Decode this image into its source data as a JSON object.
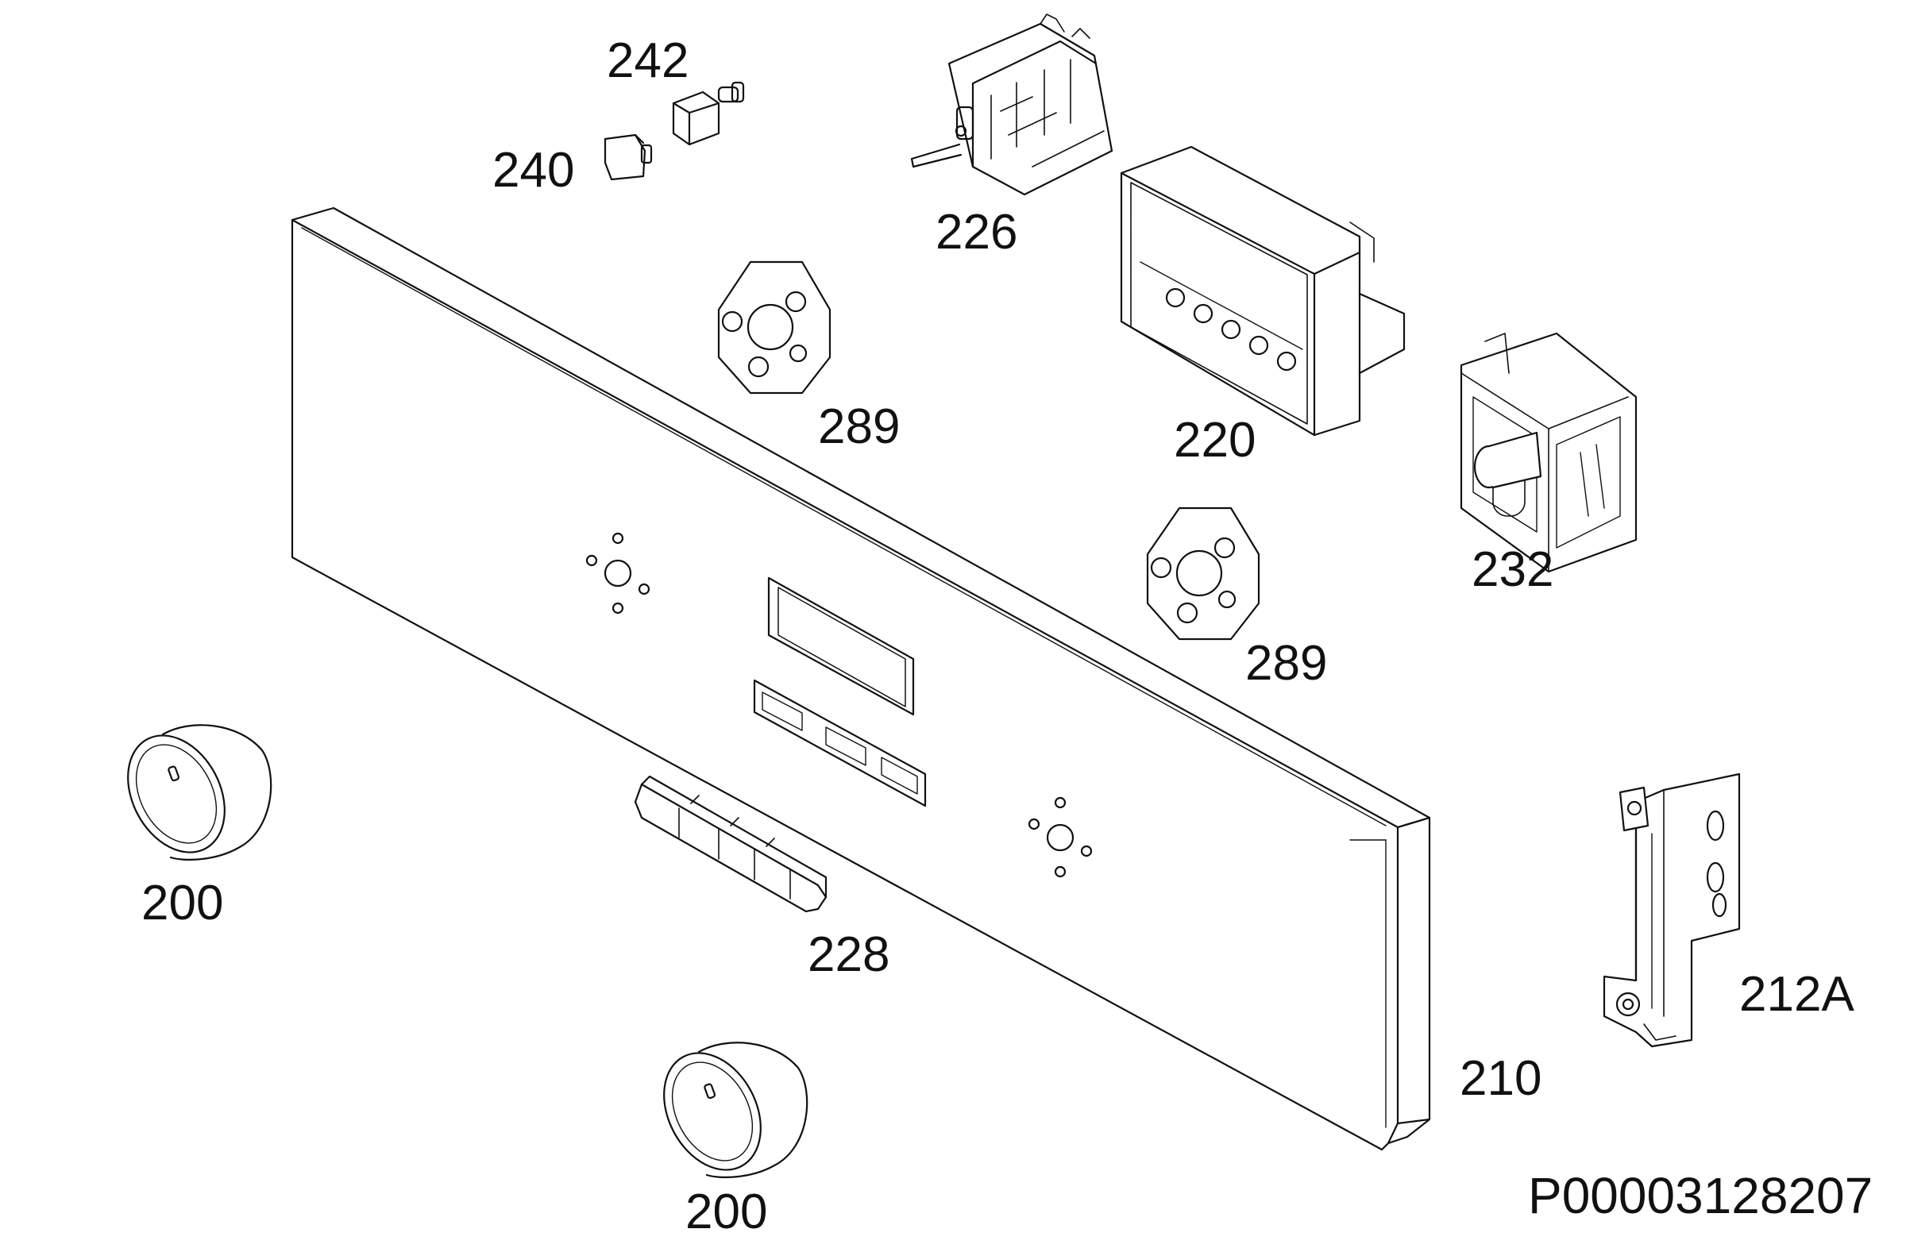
{
  "diagram": {
    "drawing_id": "P00003128207",
    "parts": [
      {
        "key": "p242",
        "number": "242"
      },
      {
        "key": "p240",
        "number": "240"
      },
      {
        "key": "p226",
        "number": "226"
      },
      {
        "key": "p220",
        "number": "220"
      },
      {
        "key": "p289a",
        "number": "289"
      },
      {
        "key": "p289b",
        "number": "289"
      },
      {
        "key": "p232",
        "number": "232"
      },
      {
        "key": "p200a",
        "number": "200"
      },
      {
        "key": "p200b",
        "number": "200"
      },
      {
        "key": "p228",
        "number": "228"
      },
      {
        "key": "p210",
        "number": "210"
      },
      {
        "key": "p212A",
        "number": "212A"
      }
    ]
  },
  "colors": {
    "line": "#111111",
    "background": "#ffffff",
    "shade": "#e8e8e8"
  }
}
